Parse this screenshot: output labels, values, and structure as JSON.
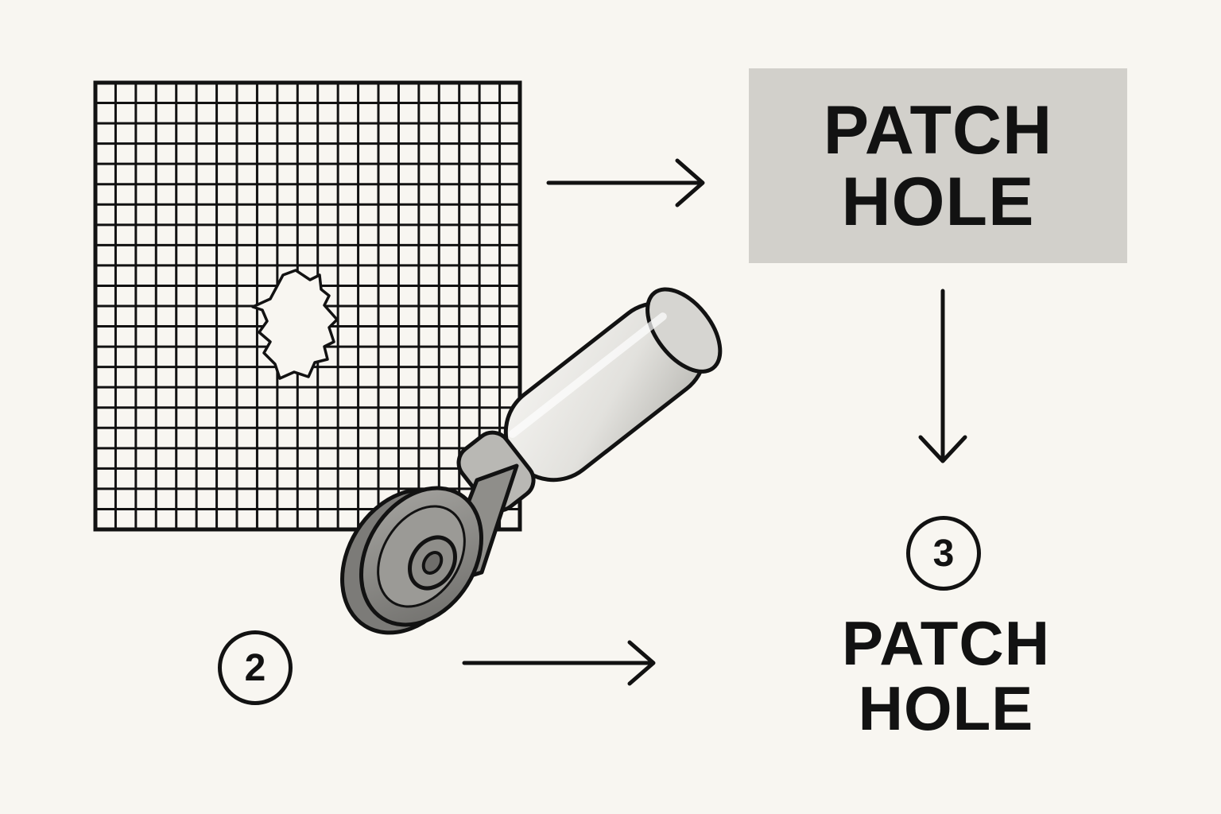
{
  "diagram": {
    "top_box": {
      "line1": "PATCH",
      "line2": "HOLE",
      "fill_color": "#d2d0cb"
    },
    "bottom_label": {
      "line1": "PATCH",
      "line2": "HOLE"
    },
    "step_badges": {
      "step_two": "2",
      "step_three": "3"
    },
    "icons": {
      "screen_mesh": "mesh-with-hole-icon",
      "roller_tool": "spline-roller-icon",
      "arrows": [
        "arrow-right-icon",
        "arrow-down-icon",
        "arrow-right-icon"
      ]
    },
    "colors": {
      "background": "#f8f6f1",
      "ink": "#121212",
      "roller_metal": "#8c8b87",
      "roller_handle": "#e6e5e1"
    }
  }
}
